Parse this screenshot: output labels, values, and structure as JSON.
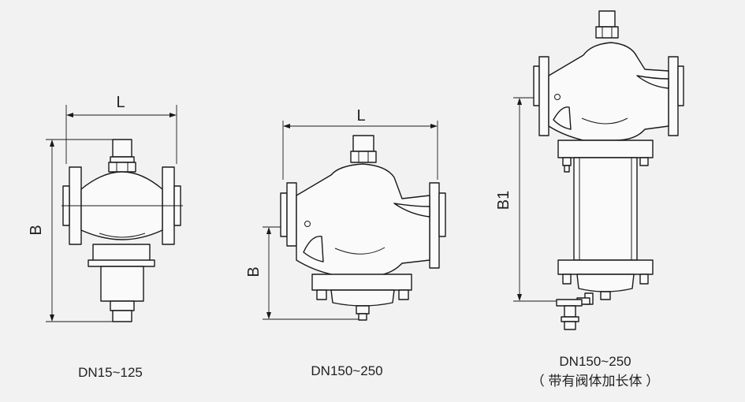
{
  "figures": [
    {
      "caption": "DN15~125",
      "dims": {
        "length": "L",
        "height": "B"
      }
    },
    {
      "caption": "DN150~250",
      "dims": {
        "length": "L",
        "height": "B"
      }
    },
    {
      "caption": "DN150~250",
      "subcaption": "（ 带有阀体加长体 ）",
      "dims": {
        "height": "B1"
      }
    }
  ]
}
